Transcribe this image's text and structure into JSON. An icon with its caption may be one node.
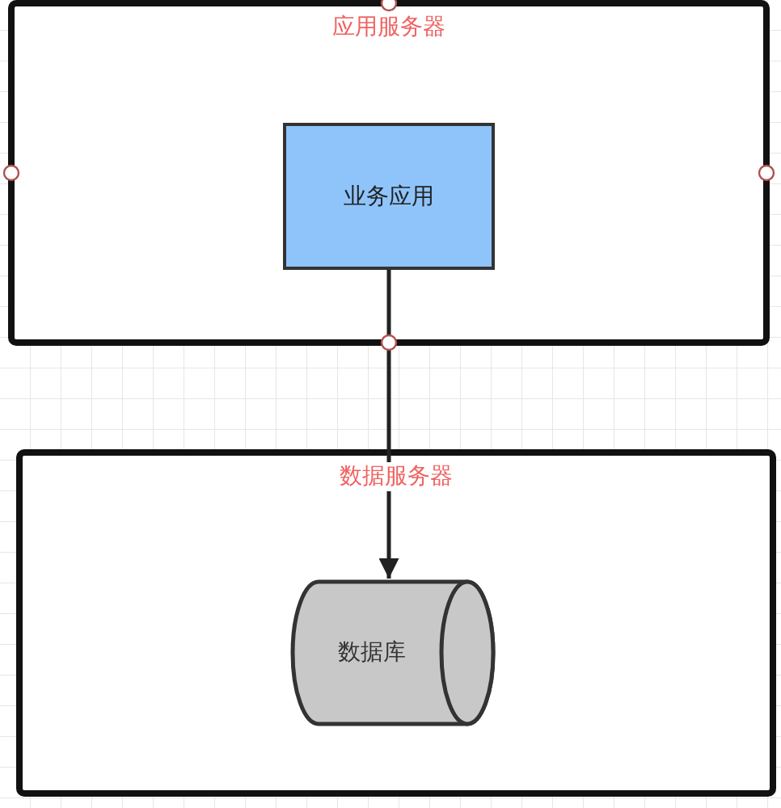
{
  "diagram": {
    "nodes": [
      {
        "text": [
          "应用服务器"
        ]
      },
      {
        "text": [
          "业务应用"
        ],
        "in": 0
      },
      {
        "text": [
          "数据服务器"
        ]
      },
      {
        "text": [
          "数据库"
        ],
        "in": 2
      }
    ],
    "edges": [
      {
        "from": 1,
        "to": 3,
        "arrow": "to"
      }
    ]
  }
}
